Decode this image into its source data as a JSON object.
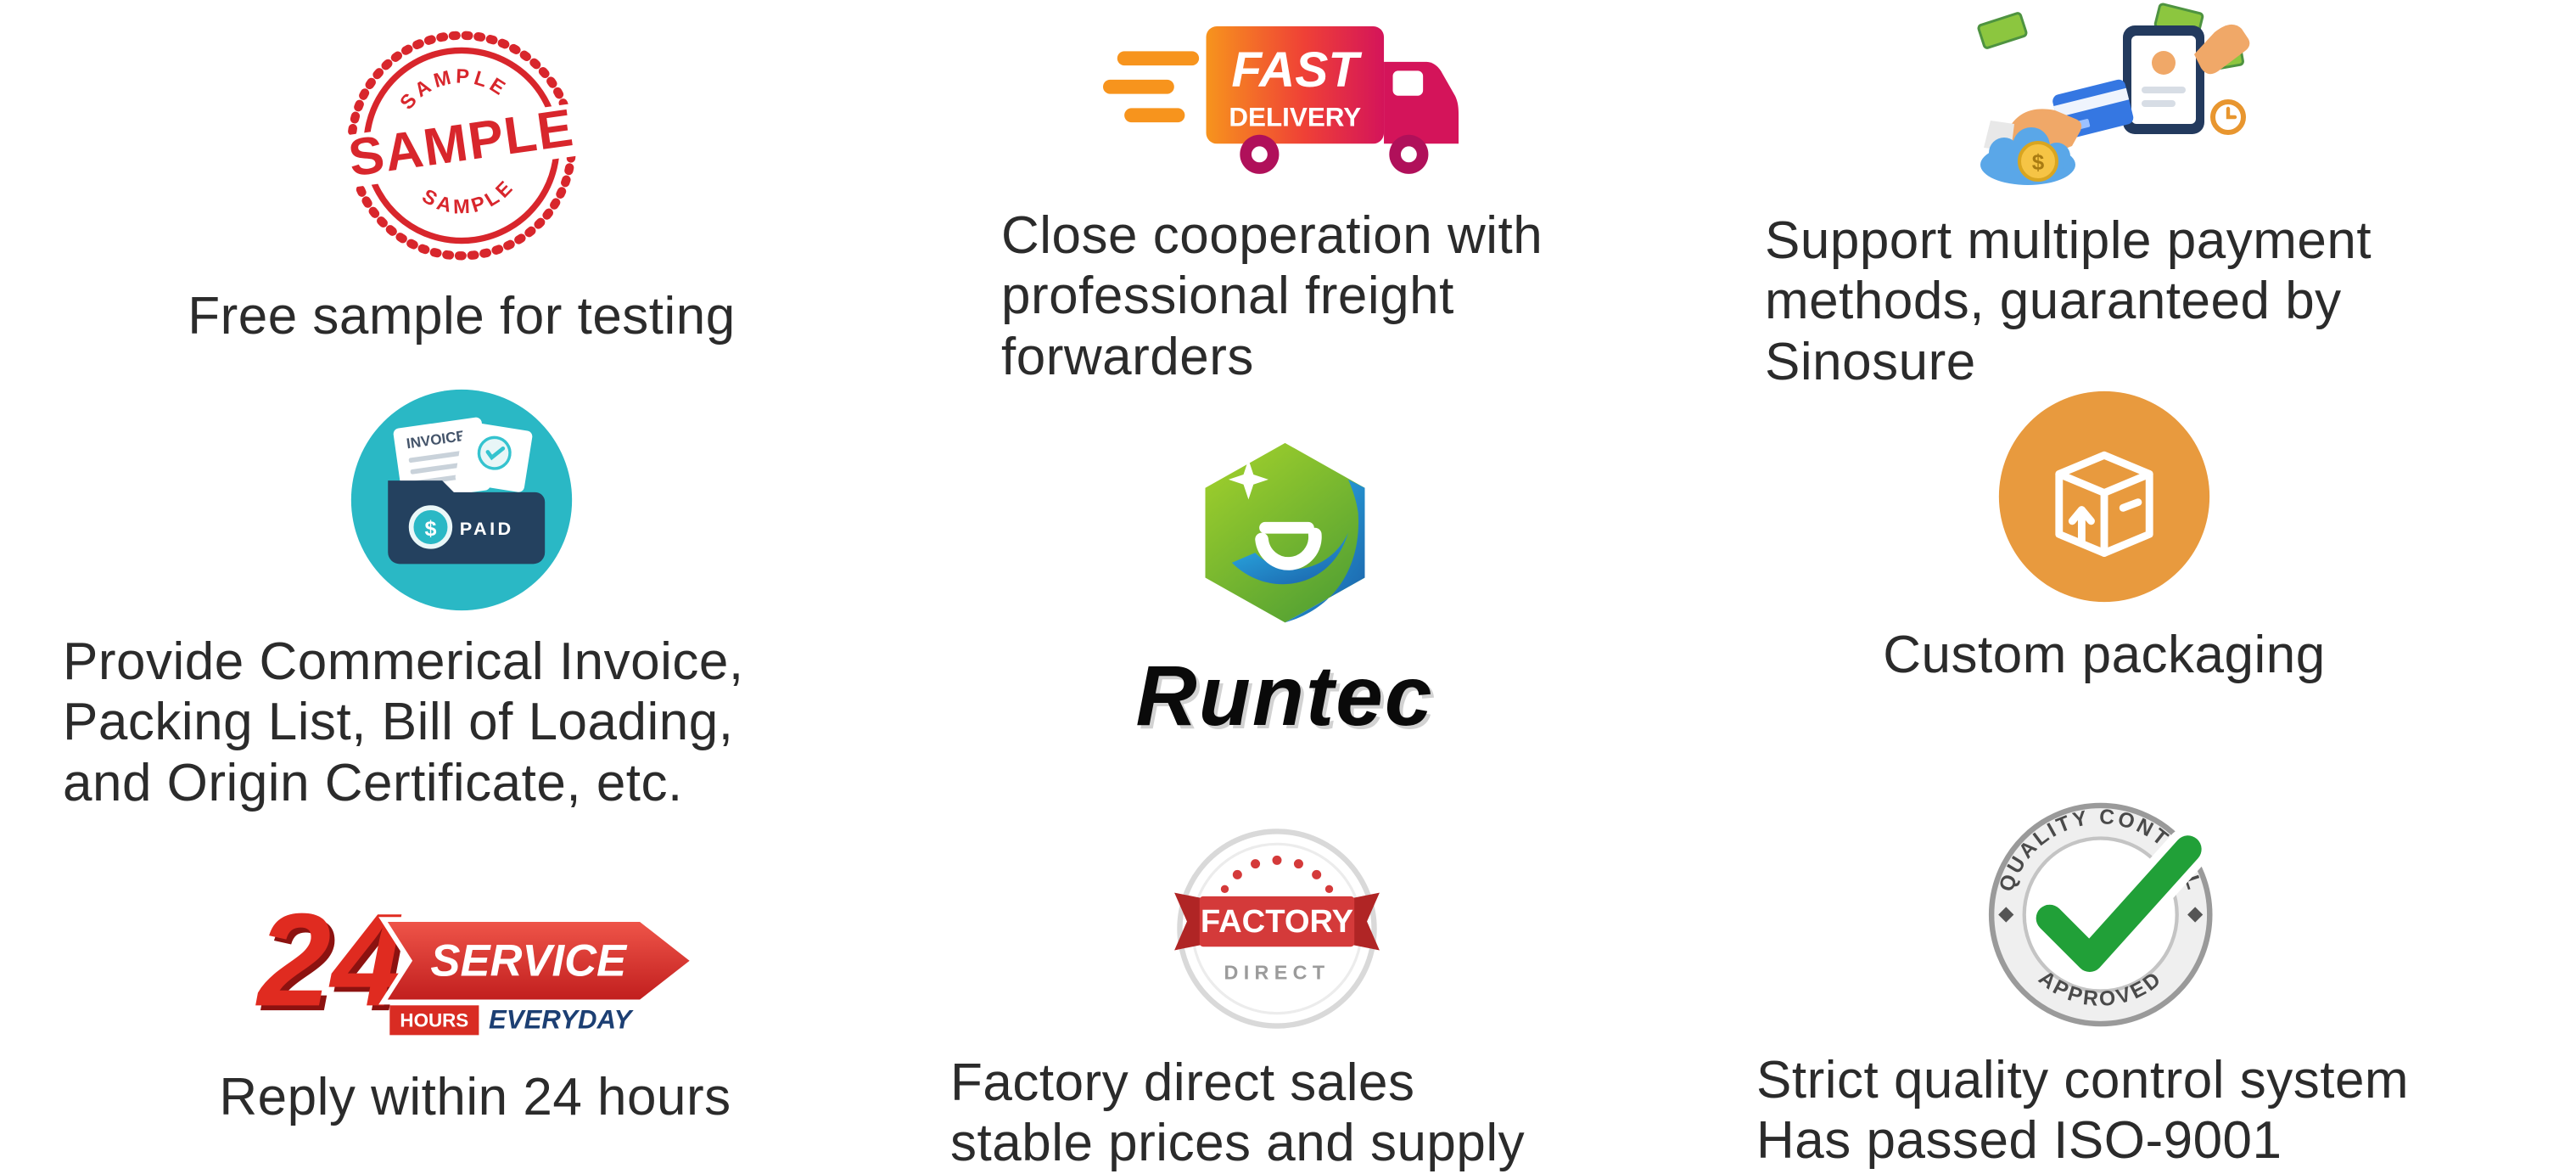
{
  "page": {
    "background": "#ffffff",
    "text_color": "#2b2b2b"
  },
  "brand": {
    "name": "Runtec"
  },
  "features": [
    {
      "icon": "sample-stamp-icon",
      "caption": "Free sample for testing"
    },
    {
      "icon": "fast-delivery-truck-icon",
      "caption": "Close cooperation with\nprofessional freight\nforwarders"
    },
    {
      "icon": "payment-methods-icon",
      "caption": "Support multiple payment\nmethods, guaranteed by\nSinosure"
    },
    {
      "icon": "invoice-documents-icon",
      "caption": "Provide Commerical Invoice,\nPacking List, Bill of Loading,\nand Origin Certificate, etc."
    },
    {
      "icon": "runtec-logo",
      "caption": "Runtec"
    },
    {
      "icon": "custom-packaging-icon",
      "caption": "Custom packaging"
    },
    {
      "icon": "24-hour-service-icon",
      "caption": "Reply within 24 hours"
    },
    {
      "icon": "factory-direct-badge-icon",
      "caption": "Factory direct sales\nstable prices and supply"
    },
    {
      "icon": "quality-control-stamp-icon",
      "caption": "Strict quality control system\nHas passed ISO-9001"
    }
  ],
  "icons": {
    "sample": {
      "center": "SAMPLE",
      "top": "SAMPLE",
      "bottom": "SAMPLE",
      "color": "#d8262c"
    },
    "fast_delivery": {
      "line1": "FAST",
      "line2": "DELIVERY",
      "gradient": [
        "#f7941d",
        "#ef4136",
        "#d4145a"
      ]
    },
    "payment": {
      "currency": "$"
    },
    "invoice": {
      "label": "INVOICE",
      "paid": "PAID",
      "currency": "$",
      "bg": "#2ab8c5"
    },
    "packaging": {
      "bg": "#e89a3e"
    },
    "service24": {
      "number": "24",
      "service": "SERVICE",
      "hours": "HOURS",
      "everyday": "EVERYDAY"
    },
    "factory": {
      "line1": "FACTORY",
      "line2": "DIRECT"
    },
    "quality": {
      "top": "QUALITY CONTROL",
      "bottom": "APPROVED"
    }
  }
}
